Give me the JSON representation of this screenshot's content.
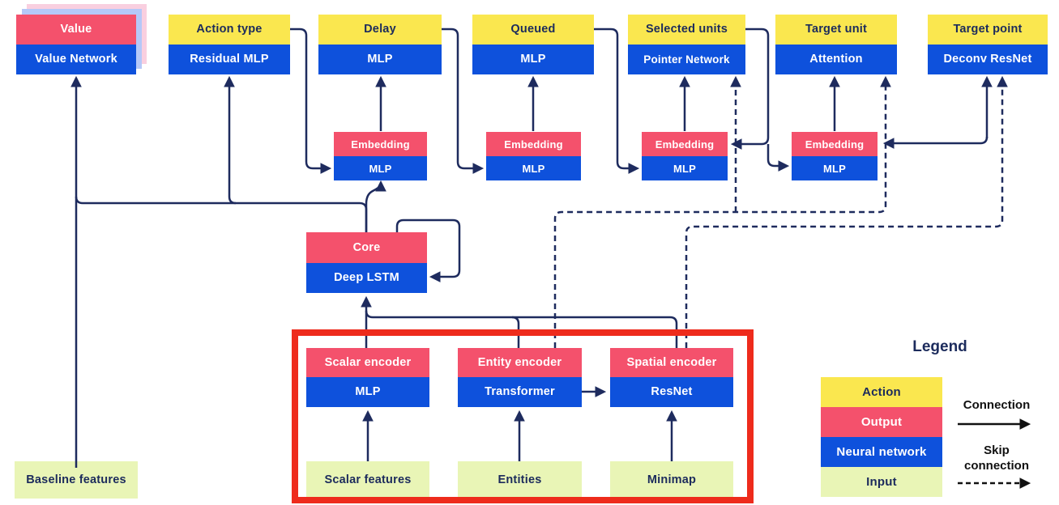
{
  "diagram": {
    "heads": [
      {
        "top": "Value",
        "bottom": "Value Network"
      },
      {
        "top": "Action type",
        "bottom": "Residual MLP"
      },
      {
        "top": "Delay",
        "bottom": "MLP"
      },
      {
        "top": "Queued",
        "bottom": "MLP"
      },
      {
        "top": "Selected units",
        "bottom": "Pointer Network"
      },
      {
        "top": "Target unit",
        "bottom": "Attention"
      },
      {
        "top": "Target point",
        "bottom": "Deconv ResNet"
      }
    ],
    "embeddings": [
      {
        "top": "Embedding",
        "bottom": "MLP"
      },
      {
        "top": "Embedding",
        "bottom": "MLP"
      },
      {
        "top": "Embedding",
        "bottom": "MLP"
      },
      {
        "top": "Embedding",
        "bottom": "MLP"
      }
    ],
    "core": {
      "top": "Core",
      "bottom": "Deep LSTM"
    },
    "encoders": [
      {
        "top": "Scalar encoder",
        "bottom": "MLP"
      },
      {
        "top": "Entity encoder",
        "bottom": "Transformer"
      },
      {
        "top": "Spatial encoder",
        "bottom": "ResNet"
      }
    ],
    "inputs": {
      "baseline": "Baseline features",
      "scalar": "Scalar features",
      "entities": "Entities",
      "minimap": "Minimap"
    },
    "connections": [
      {
        "from": "Baseline features",
        "to": "Value Network",
        "type": "connection"
      },
      {
        "from": "Core",
        "to": "Value Network",
        "type": "connection"
      },
      {
        "from": "Core",
        "to": "Residual MLP (Action type)",
        "type": "connection"
      },
      {
        "from": "Core",
        "to": "Embedding 1",
        "type": "connection"
      },
      {
        "from": "Core",
        "to": "Core",
        "type": "recurrent loop"
      },
      {
        "from": "Action type",
        "to": "Embedding 1 MLP",
        "type": "connection"
      },
      {
        "from": "Embedding 1",
        "to": "MLP (Delay)",
        "type": "connection"
      },
      {
        "from": "Delay",
        "to": "Embedding 2 MLP",
        "type": "connection"
      },
      {
        "from": "Embedding 2",
        "to": "MLP (Queued)",
        "type": "connection"
      },
      {
        "from": "Queued",
        "to": "Embedding 3 MLP",
        "type": "connection"
      },
      {
        "from": "Embedding 3",
        "to": "Pointer Network (Selected units)",
        "type": "connection"
      },
      {
        "from": "Selected units",
        "to": "Embedding 3",
        "type": "connection"
      },
      {
        "from": "Selected units",
        "to": "Embedding 4 MLP",
        "type": "connection"
      },
      {
        "from": "Embedding 4",
        "to": "Attention (Target unit)",
        "type": "connection"
      },
      {
        "from": "Embedding 4 / Deconv ResNet link",
        "to": "Deconv ResNet (Target point)",
        "type": "connection"
      },
      {
        "from": "Scalar encoder",
        "to": "Deep LSTM",
        "type": "connection"
      },
      {
        "from": "Entity encoder",
        "to": "Deep LSTM",
        "type": "connection"
      },
      {
        "from": "Spatial encoder",
        "to": "Deep LSTM",
        "type": "connection"
      },
      {
        "from": "Transformer",
        "to": "ResNet",
        "type": "connection"
      },
      {
        "from": "Scalar features",
        "to": "Scalar encoder",
        "type": "connection"
      },
      {
        "from": "Entities",
        "to": "Entity encoder",
        "type": "connection"
      },
      {
        "from": "Minimap",
        "to": "Spatial encoder",
        "type": "connection"
      },
      {
        "from": "Entity encoder",
        "to": "Pointer Network",
        "type": "skip connection"
      },
      {
        "from": "Entity encoder",
        "to": "Attention",
        "type": "skip connection"
      },
      {
        "from": "Spatial encoder",
        "to": "Deconv ResNet",
        "type": "skip connection"
      }
    ]
  },
  "legend": {
    "title": "Legend",
    "items": [
      {
        "label": "Action",
        "color": "#FAE74F"
      },
      {
        "label": "Output",
        "color": "#F4516C"
      },
      {
        "label": "Neural network",
        "color": "#0E51DC"
      },
      {
        "label": "Input",
        "color": "#E9F5B6"
      }
    ],
    "connection": "Connection",
    "skip_line1": "Skip",
    "skip_line2": "connection"
  },
  "colors": {
    "action": "#FAE74F",
    "output": "#F4516C",
    "neural_network": "#0E51DC",
    "input": "#E9F5B6",
    "wire": "#1E2B5E",
    "highlight_box": "#EE2B1C",
    "value_shadow_pink": "#F9CFDF",
    "value_shadow_blue": "#B5C8F8"
  }
}
